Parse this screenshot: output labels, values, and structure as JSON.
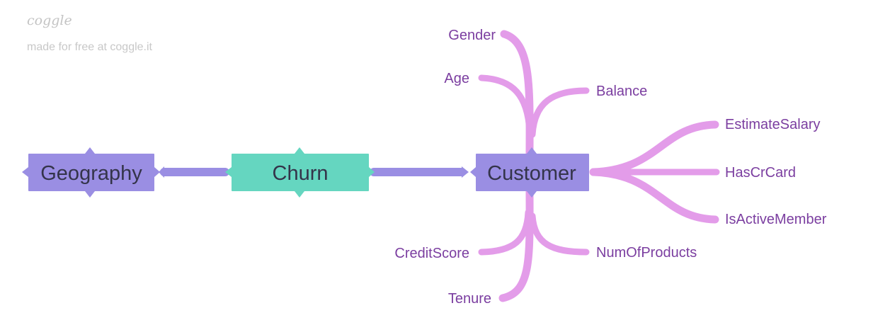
{
  "watermark": {
    "logo": "coggle",
    "tagline": "made for free at coggle.it"
  },
  "colors": {
    "primary_node": "#9a8ee3",
    "root_node": "#65d6c0",
    "branch": "#e39ce9",
    "connector": "#9a8ee3",
    "leaf_text": "#7b3ea0",
    "node_text": "#34344a"
  },
  "nodes": {
    "geography": "Geography",
    "churn": "Churn",
    "customer": "Customer"
  },
  "leaves": {
    "gender": "Gender",
    "age": "Age",
    "balance": "Balance",
    "estimate_salary": "EstimateSalary",
    "has_cr_card": "HasCrCard",
    "is_active_member": "IsActiveMember",
    "num_of_products": "NumOfProducts",
    "credit_score": "CreditScore",
    "tenure": "Tenure"
  }
}
